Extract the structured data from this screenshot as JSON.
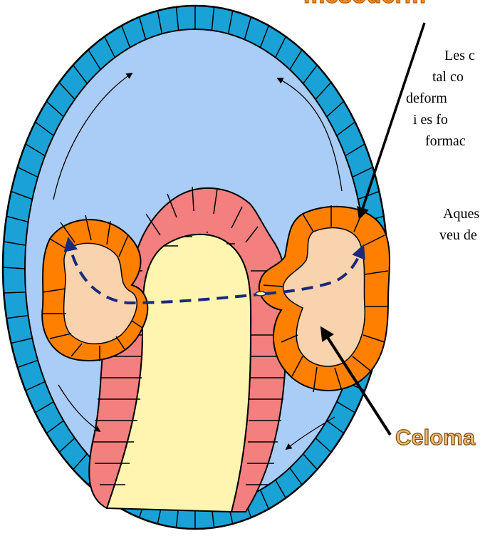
{
  "labels": {
    "mesoderm": "mesoderm",
    "celoma": "Celoma"
  },
  "text": {
    "p1_lines": [
      "Les c",
      "tal co",
      "deform",
      "i es fo",
      "formac"
    ],
    "p2_lines": [
      "Aques",
      "veu de"
    ]
  },
  "colors": {
    "ectoderm": "#1aa2d6",
    "blastocoel": "#a9cdf7",
    "mesoderm": "#ff8000",
    "coelom": "#f8d3ad",
    "endoderm": "#f47f7f",
    "archenteron": "#fff5b0",
    "outline": "#000000",
    "coelom_arrow": "#1a2a7a",
    "label_orange": "#ff8a1a",
    "label_orange_dark": "#b75c00",
    "label_celoma": "#f0b872",
    "label_celoma_dark": "#7a4e10"
  }
}
